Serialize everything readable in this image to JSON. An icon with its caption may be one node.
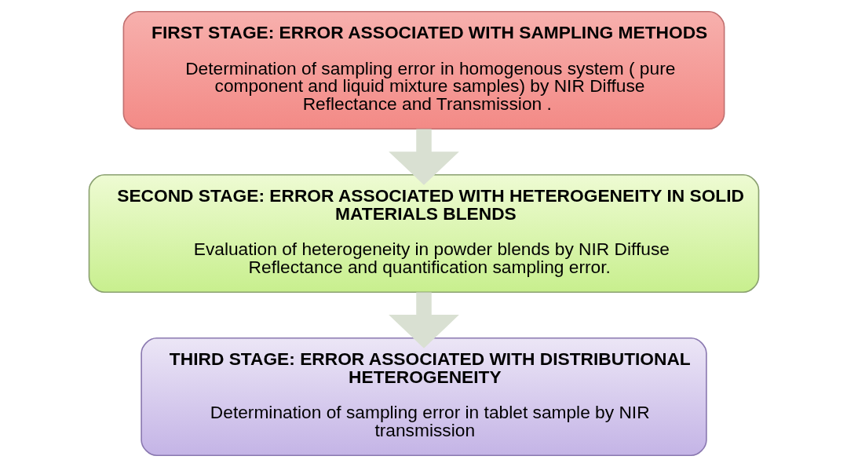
{
  "diagram": {
    "nodes": [
      {
        "text": [
          "FIRST STAGE: ERROR ASSOCIATED WITH SAMPLING METHODS",
          "Determination of sampling error in homogenous system ( pure component and liquid mixture samples) by NIR Diffuse Reflectance and Transmission ."
        ]
      },
      {
        "text": [
          "SECOND STAGE: ERROR ASSOCIATED WITH HETEROGENEITY IN SOLID MATERIALS BLENDS",
          "Evaluation of heterogeneity in powder blends by NIR Diffuse Reflectance and quantification sampling error."
        ]
      },
      {
        "text": [
          "THIRD STAGE: ERROR ASSOCIATED WITH DISTRIBUTIONAL HETEROGENEITY",
          "Determination of sampling error in tablet sample by NIR transmission"
        ]
      }
    ],
    "edges": [
      {
        "from": 0,
        "to": 1,
        "arrow": "to"
      },
      {
        "from": 1,
        "to": 2,
        "arrow": "to"
      }
    ]
  }
}
